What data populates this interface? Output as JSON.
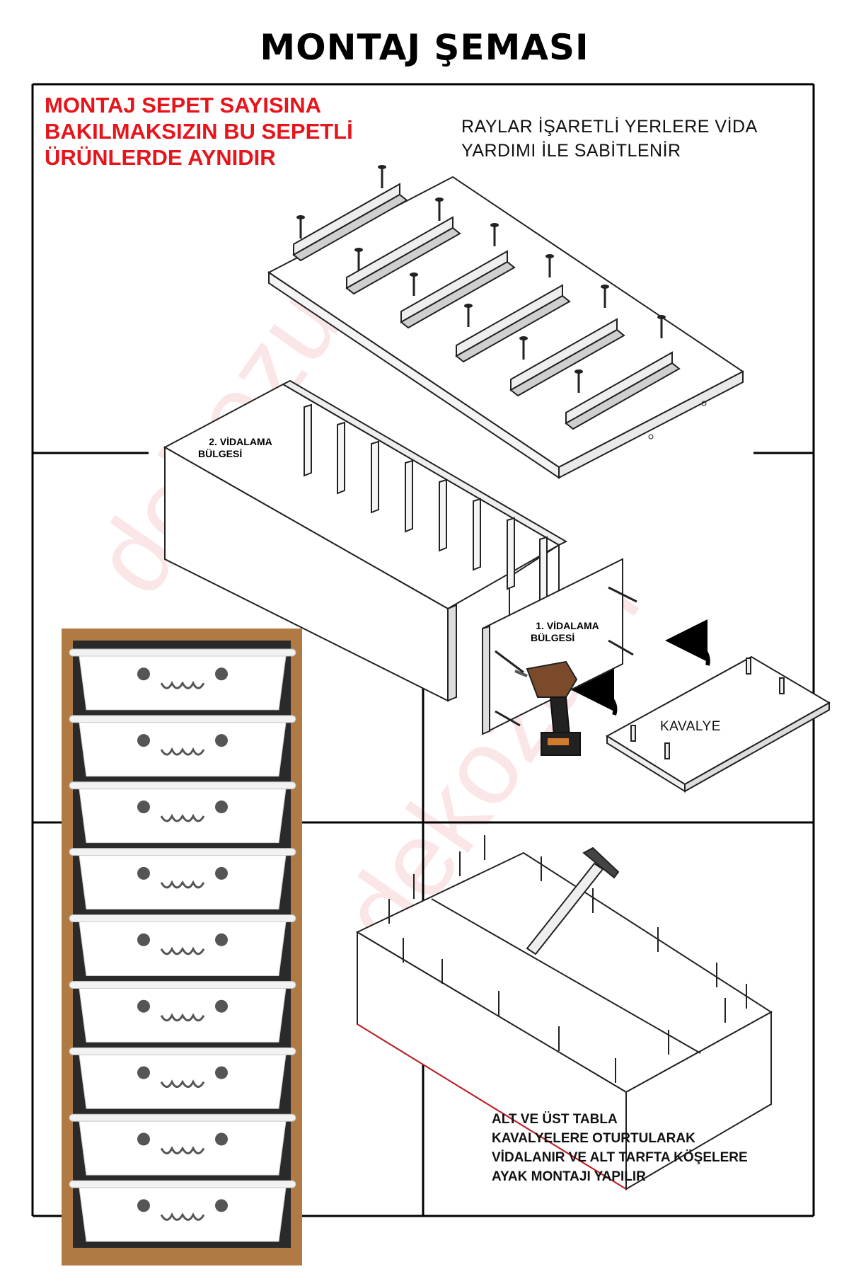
{
  "title": "MONTAJ ŞEMASI",
  "notes": {
    "red_note_lines": [
      "MONTAJ SEPET SAYISINA",
      "BAKILMAKSIZIN BU SEPETLİ",
      "ÜRÜNLERDE AYNIDIR"
    ],
    "rail_note_lines": [
      "RAYLAR İŞARETLİ YERLERE  VİDA",
      "YARDIMI İLE SABİTLENİR"
    ],
    "zone2_lines": [
      "2. VİDALAMA",
      "BÜLGESİ"
    ],
    "zone1_lines": [
      "1. VİDALAMA",
      "BÜLGESİ"
    ],
    "kavalye": "KAVALYE",
    "bottom_note_lines": [
      "ALT VE ÜST TABLA",
      "KAVALYELERE OTURTULARAK",
      "VİDALANIR VE ALT TARFTA KÖŞELERE",
      "AYAK MONTAJI YAPILIR"
    ]
  },
  "watermark": "dekozum",
  "colors": {
    "red_note": "#e8141c",
    "wood_frame": "#b07a45",
    "basket": "#ffffff",
    "watermark": "#f6d3d3"
  },
  "product": {
    "basket_count": 9
  }
}
